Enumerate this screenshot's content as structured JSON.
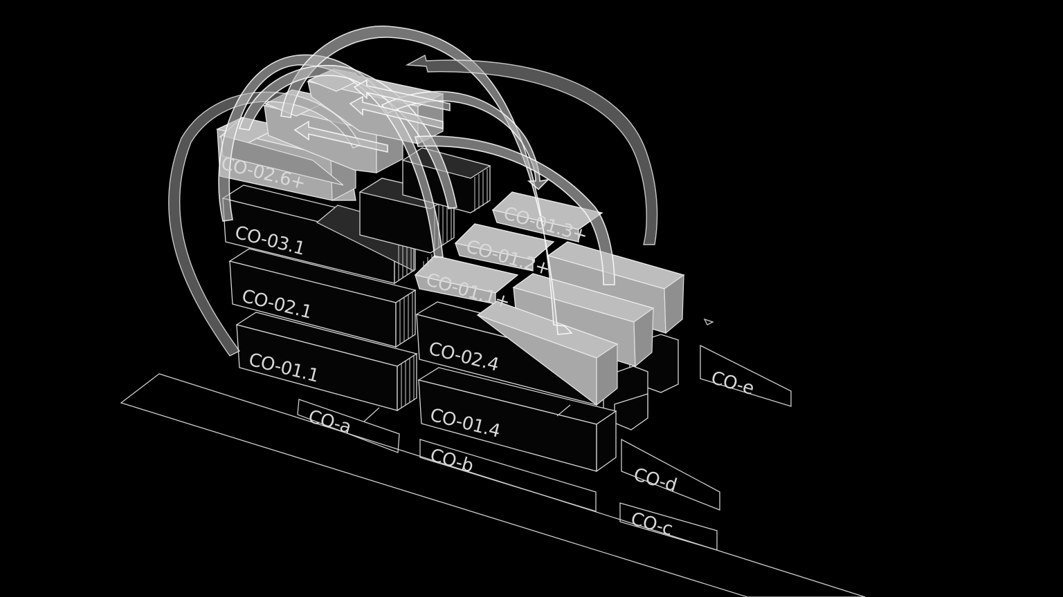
{
  "blocks": [
    {
      "id": "co-02-6-plus",
      "label": "CO-02.6+"
    },
    {
      "id": "co-03-1",
      "label": "CO-03.1"
    },
    {
      "id": "co-02-1",
      "label": "CO-02.1"
    },
    {
      "id": "co-01-1",
      "label": "CO-01.1"
    },
    {
      "id": "co-01-3-plus",
      "label": "CO-01.3+"
    },
    {
      "id": "co-01-2-plus",
      "label": "CO-01.2+"
    },
    {
      "id": "co-01-1-plus",
      "label": "CO-01.1+"
    },
    {
      "id": "co-02-4",
      "label": "CO-02.4"
    },
    {
      "id": "co-01-4",
      "label": "CO-01.4"
    }
  ],
  "zones": [
    {
      "id": "co-a",
      "label": "CO-a"
    },
    {
      "id": "co-b",
      "label": "CO-b"
    },
    {
      "id": "co-c",
      "label": "CO-c"
    },
    {
      "id": "co-d",
      "label": "CO-d"
    },
    {
      "id": "co-e",
      "label": "CO-e"
    }
  ],
  "colors": {
    "background": "#000000",
    "line": "#d8d8d8",
    "light_volume": "#b0b0b0",
    "dark_volume": "#050505",
    "arrow": "#bdbdbd"
  }
}
